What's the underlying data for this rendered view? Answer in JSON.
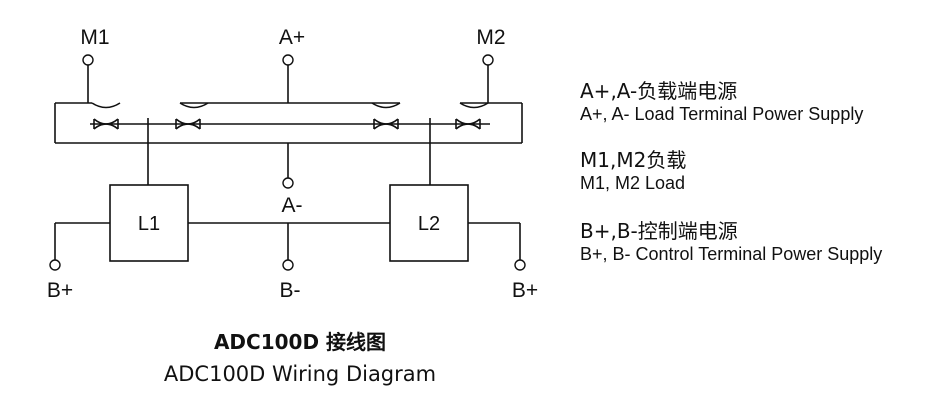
{
  "terminals": {
    "m1": "M1",
    "a_plus": "A+",
    "m2": "M2",
    "a_minus": "A-",
    "b_plus_left": "B+",
    "b_minus": "B-",
    "b_plus_right": "B+"
  },
  "relays": {
    "l1": "L1",
    "l2": "L2"
  },
  "legend": {
    "a": {
      "zh": "A+,A-负载端电源",
      "en": "A+, A- Load Terminal Power Supply"
    },
    "m": {
      "zh": "M1,M2负载",
      "en": "M1, M2 Load"
    },
    "b": {
      "zh": "B+,B-控制端电源",
      "en": "B+, B- Control Terminal Power Supply"
    }
  },
  "caption": {
    "zh": "ADC100D 接线图",
    "en": "ADC100D Wiring Diagram"
  }
}
